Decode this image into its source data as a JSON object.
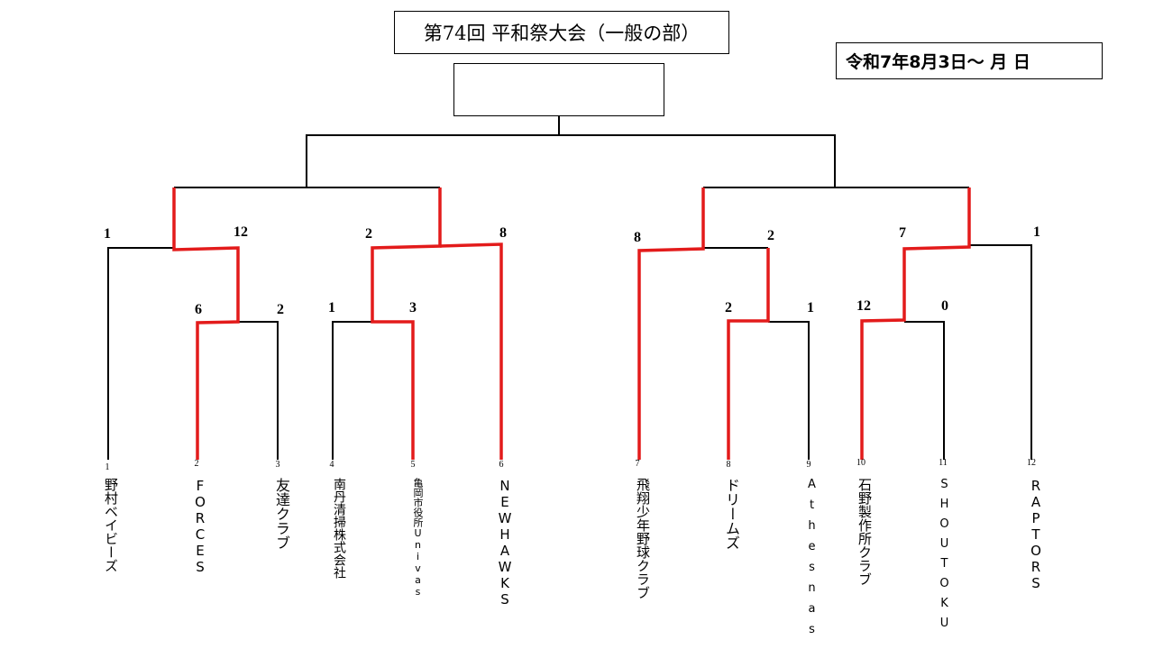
{
  "header": {
    "title": "第74回 平和祭大会（一般の部）",
    "date": "令和7年8月3日～ 月 日",
    "winner": ""
  },
  "colors": {
    "line": "#000000",
    "winner_path": "#e31b1b"
  },
  "teams": [
    {
      "seed": "1",
      "name": "野村ベイビーズ"
    },
    {
      "seed": "2",
      "name": "FORCES"
    },
    {
      "seed": "3",
      "name": "友達クラブ"
    },
    {
      "seed": "4",
      "name": "南丹清掃株式会社"
    },
    {
      "seed": "5",
      "name": "亀岡市役所Univas"
    },
    {
      "seed": "6",
      "name": "NEWHAWKS"
    },
    {
      "seed": "7",
      "name": "飛翔少年野球クラブ"
    },
    {
      "seed": "8",
      "name": "ドリームズ"
    },
    {
      "seed": "9",
      "name": "Athesnas"
    },
    {
      "seed": "10",
      "name": "石野製作所クラブ"
    },
    {
      "seed": "11",
      "name": "SHOUTOKU"
    },
    {
      "seed": "12",
      "name": "RAPTORS"
    }
  ],
  "scores": {
    "r1_m1": [
      "6",
      "2"
    ],
    "r1_m2": [
      "1",
      "3"
    ],
    "r1_m3": [
      "2",
      "1"
    ],
    "r1_m4": [
      "12",
      "0"
    ],
    "r2_m1": [
      "1",
      "12"
    ],
    "r2_m2": [
      "2",
      "8"
    ],
    "r2_m3": [
      "8",
      "2"
    ],
    "r2_m4": [
      "7",
      "1"
    ]
  }
}
